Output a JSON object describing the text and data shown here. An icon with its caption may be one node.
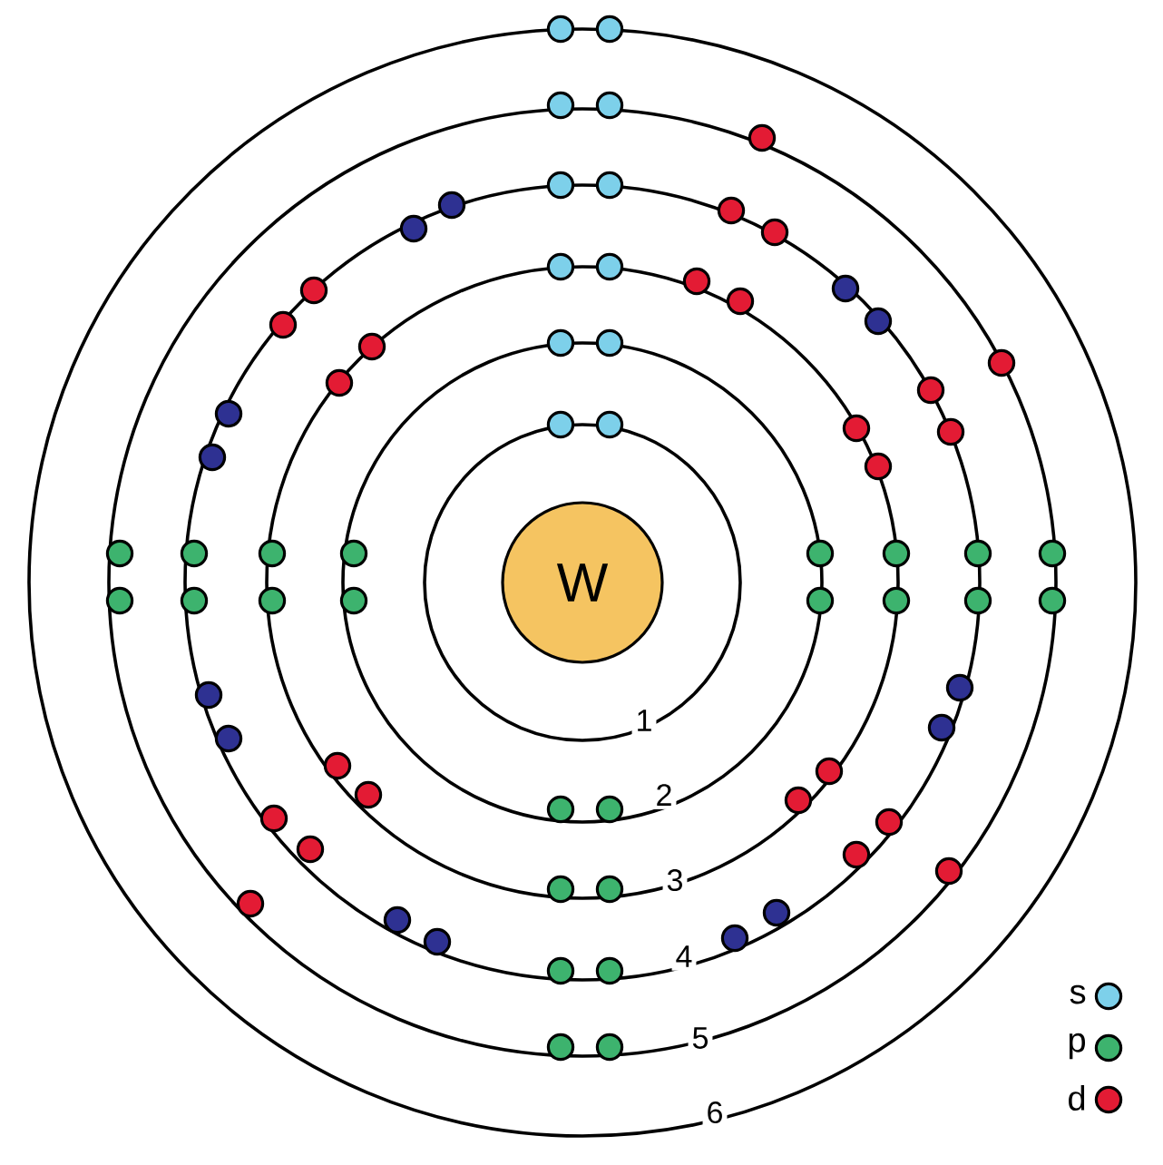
{
  "diagram": {
    "nodes": [
      {
        "text": [
          "W"
        ]
      }
    ],
    "edges": [],
    "labels": [
      "1",
      "2",
      "3",
      "4",
      "5",
      "6"
    ],
    "legend": [
      {
        "text": "s",
        "color": "#7dd0ea"
      },
      {
        "text": "p",
        "color": "#3db36e"
      },
      {
        "text": "d",
        "color": "#e31b34"
      }
    ]
  }
}
